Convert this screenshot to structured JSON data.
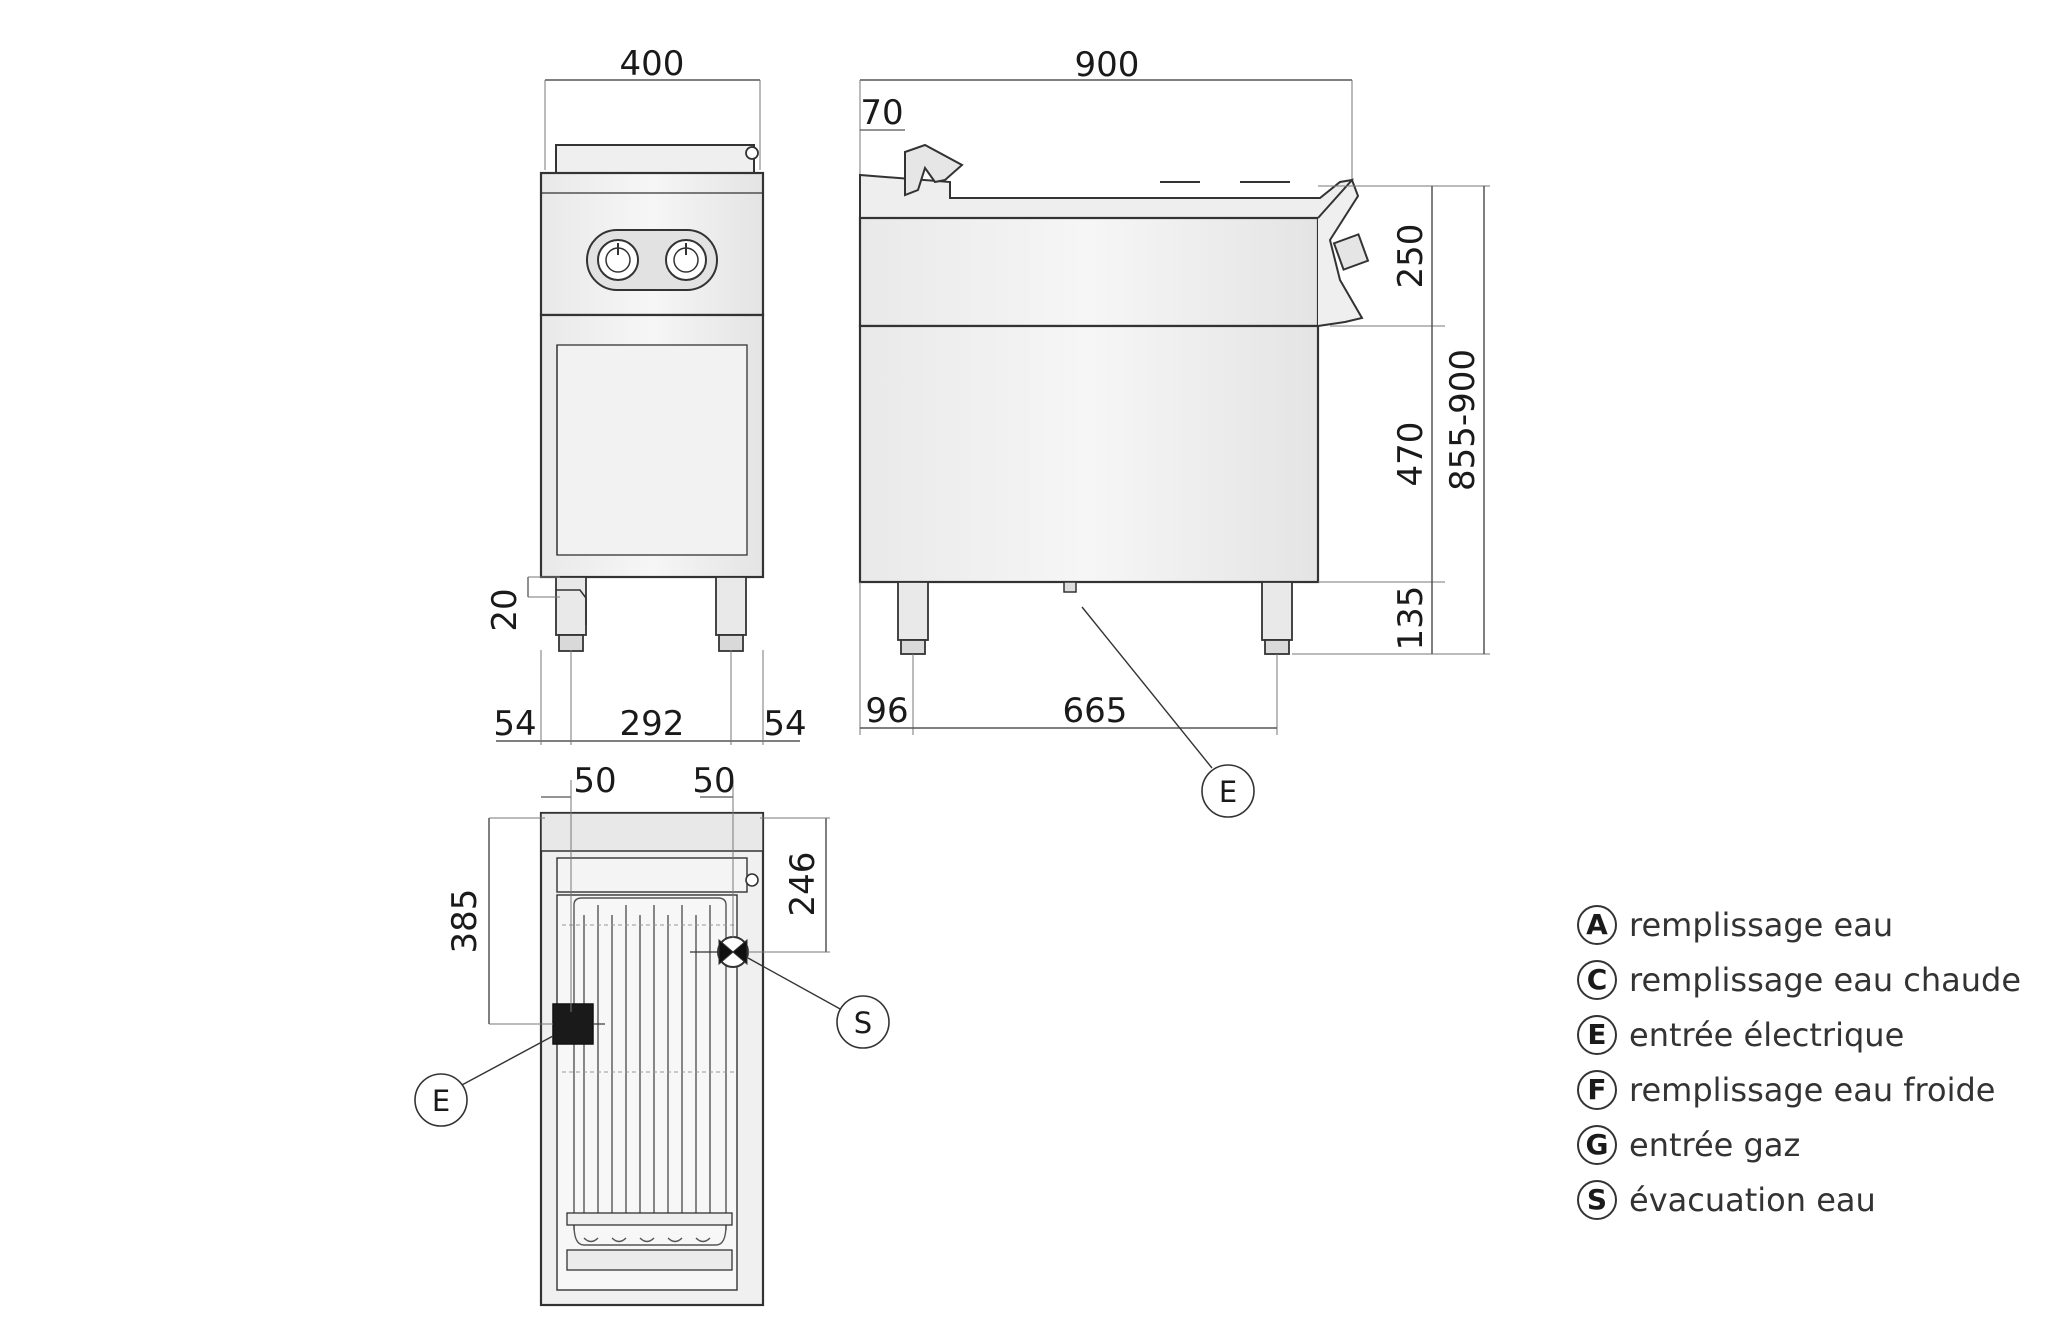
{
  "front_view": {
    "dim_width": "400",
    "dim_leg_height": "20",
    "dim_left_offset": "54",
    "dim_leg_spacing": "292",
    "dim_right_offset": "54"
  },
  "side_view": {
    "dim_depth": "900",
    "dim_top_offset": "70",
    "dim_control_height": "250",
    "dim_cabinet_height": "470",
    "dim_leg_height": "135",
    "dim_total_height": "855-900",
    "dim_front_leg_offset": "96",
    "dim_leg_spacing": "665",
    "marker_e": "E"
  },
  "top_view": {
    "dim_left_offset": "50",
    "dim_right_offset": "50",
    "dim_e_depth": "385",
    "dim_s_depth": "246",
    "marker_e": "E",
    "marker_s": "S"
  },
  "legend": {
    "items": [
      {
        "letter": "A",
        "text": "remplissage eau"
      },
      {
        "letter": "C",
        "text": "remplissage eau chaude"
      },
      {
        "letter": "E",
        "text": "entrée électrique"
      },
      {
        "letter": "F",
        "text": "remplissage eau froide"
      },
      {
        "letter": "G",
        "text": "entrée gaz"
      },
      {
        "letter": "S",
        "text": "évacuation eau"
      }
    ]
  }
}
